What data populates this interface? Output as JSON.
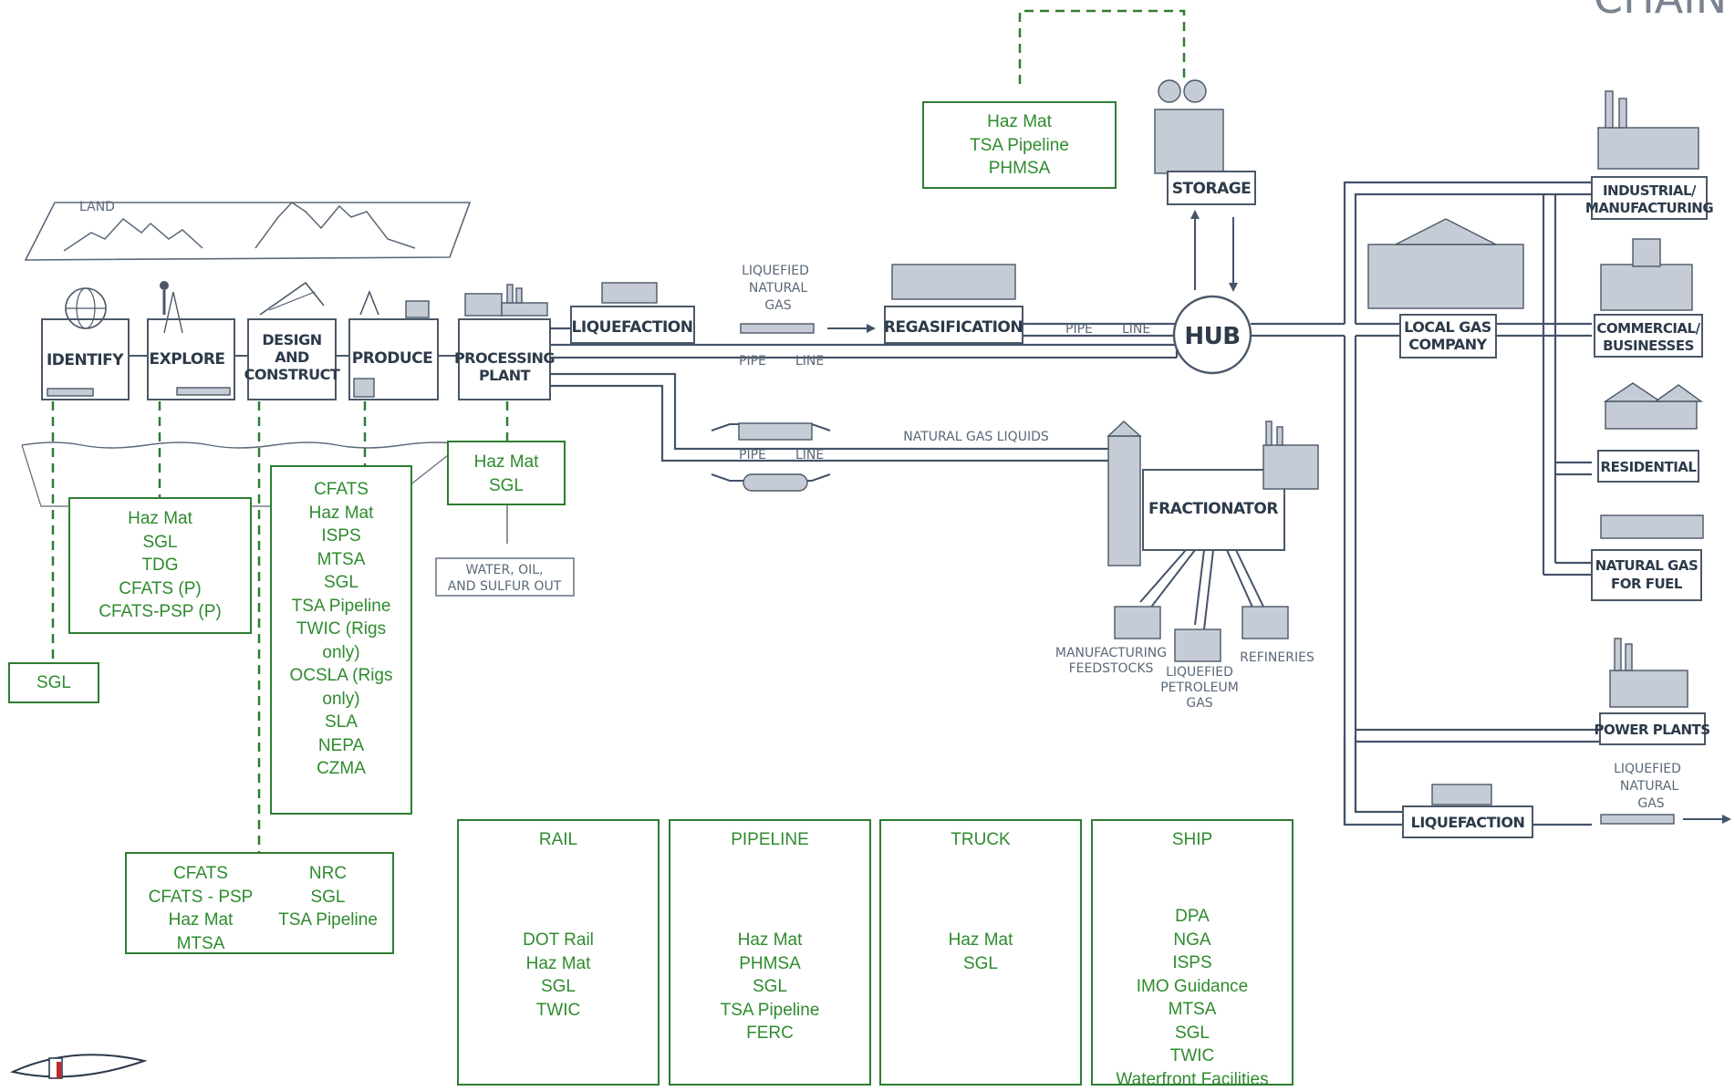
{
  "corner_title": "CHAIN",
  "nodes": {
    "land": "LAND",
    "identify": "IDENTIFY",
    "explore": "EXPLORE",
    "design": [
      "DESIGN",
      "AND",
      "CONSTRUCT"
    ],
    "produce": "PRODUCE",
    "processing": [
      "PROCESSING",
      "PLANT"
    ],
    "liquefaction": "LIQUEFACTION",
    "regasification": "REGASIFICATION",
    "hub": "HUB",
    "storage": "STORAGE",
    "fractionator": "FRACTIONATOR",
    "local_gas": [
      "LOCAL GAS",
      "COMPANY"
    ],
    "industrial": [
      "INDUSTRIAL/",
      "MANUFACTURING"
    ],
    "commercial": [
      "COMMERCIAL/",
      "BUSINESSES"
    ],
    "residential": "RESIDENTIAL",
    "ng_fuel": [
      "NATURAL GAS",
      "FOR FUEL"
    ],
    "power": "POWER PLANTS",
    "liquefaction2": "LIQUEFACTION"
  },
  "flow_labels": {
    "lng_top": [
      "LIQUEFIED",
      "NATURAL",
      "GAS"
    ],
    "ngl": "NATURAL GAS LIQUIDS",
    "water_out": [
      "WATER, OIL,",
      "AND SULFUR OUT"
    ],
    "mfg_feedstocks": [
      "MANUFACTURING",
      "FEEDSTOCKS"
    ],
    "lpg": [
      "LIQUEFIED",
      "PETROLEUM",
      "GAS"
    ],
    "refineries": "REFINERIES",
    "lng_right": [
      "LIQUEFIED",
      "NATURAL",
      "GAS"
    ],
    "pipe_word_a": "PIPE",
    "pipe_word_b": "LINE"
  },
  "regulations": {
    "storage": [
      "Haz Mat",
      "TSA Pipeline",
      "PHMSA"
    ],
    "processing": [
      "Haz Mat",
      "SGL"
    ],
    "explore": [
      "Haz Mat",
      "SGL",
      "TDG",
      "CFATS (P)",
      "CFATS-PSP (P)"
    ],
    "design": [
      "CFATS",
      "Haz Mat",
      "ISPS",
      "MTSA",
      "SGL",
      "TSA Pipeline",
      "TWIC (Rigs",
      "only)",
      "OCSLA (Rigs",
      "only)",
      "SLA",
      "NEPA",
      "CZMA"
    ],
    "identify": [
      "SGL"
    ],
    "design_bottom_left": [
      "CFATS",
      "CFATS - PSP",
      "Haz Mat",
      "MTSA"
    ],
    "design_bottom_right": [
      "NRC",
      "SGL",
      "TSA Pipeline"
    ]
  },
  "transport": [
    {
      "title": "RAIL",
      "items": [
        "DOT Rail",
        "Haz Mat",
        "SGL",
        "TWIC"
      ]
    },
    {
      "title": "PIPELINE",
      "items": [
        "Haz Mat",
        "PHMSA",
        "SGL",
        "TSA Pipeline",
        "FERC"
      ]
    },
    {
      "title": "TRUCK",
      "items": [
        "Haz Mat",
        "SGL"
      ]
    },
    {
      "title": "SHIP",
      "items": [
        "DPA",
        "NGA",
        "ISPS",
        "IMO Guidance",
        "MTSA",
        "SGL",
        "TWIC",
        "Waterfront Facilities"
      ]
    }
  ],
  "colors": {
    "green": "#2e7d32",
    "green_text": "#2e8b2e",
    "node": "#3d4a5a",
    "pipe": "#44536a"
  }
}
